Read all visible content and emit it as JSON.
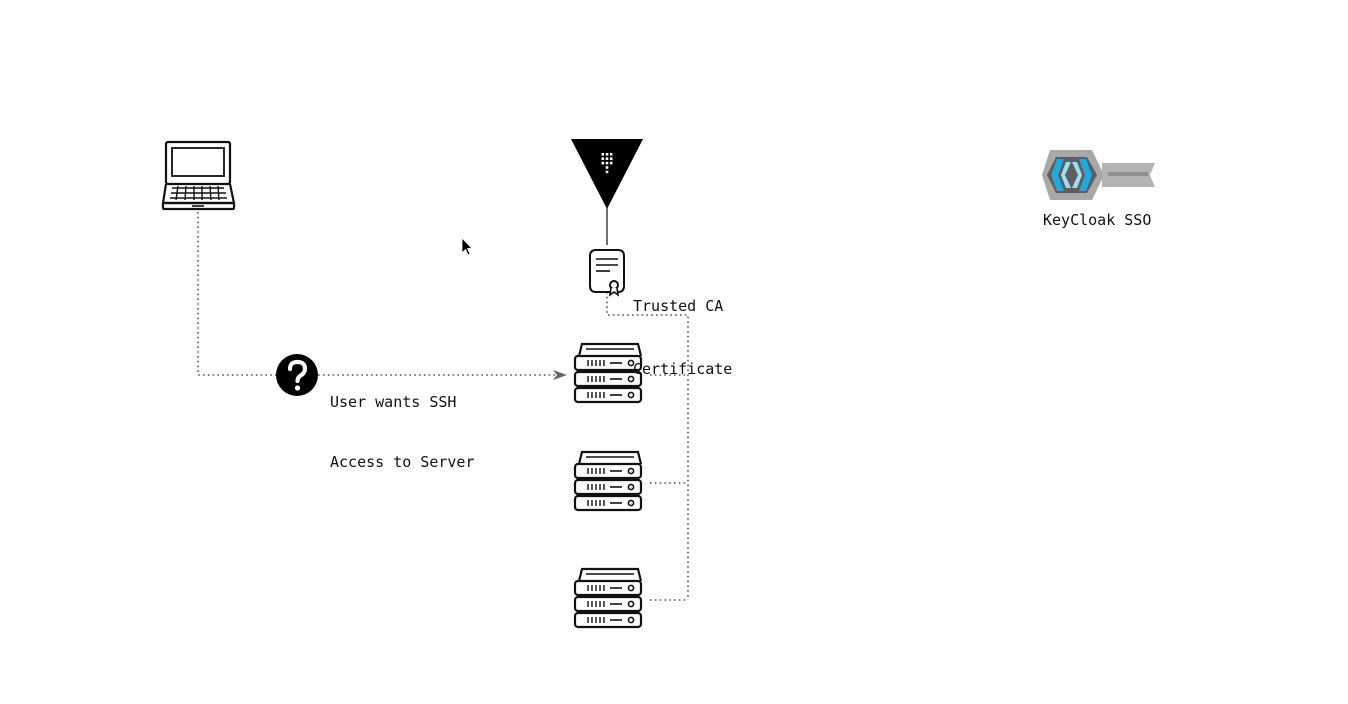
{
  "nodes": {
    "laptop": {
      "icon": "laptop-icon"
    },
    "vault": {
      "icon": "vault-icon"
    },
    "trusted_ca": {
      "icon": "certificate-icon",
      "label_line1": "Trusted CA",
      "label_line2": "Certificate"
    },
    "user_request": {
      "icon": "question-icon",
      "label_line1": "User wants SSH",
      "label_line2": "Access to Server"
    },
    "servers": [
      {
        "icon": "server-icon"
      },
      {
        "icon": "server-icon"
      },
      {
        "icon": "server-icon"
      }
    ],
    "keycloak": {
      "icon": "keycloak-key-icon",
      "label": "KeyCloak SSO",
      "colors": {
        "blue": "#1fa9e1",
        "grey": "#a8a8a8"
      }
    }
  },
  "colors": {
    "ink": "#111111",
    "connector": "#555555",
    "background": "#ffffff"
  }
}
